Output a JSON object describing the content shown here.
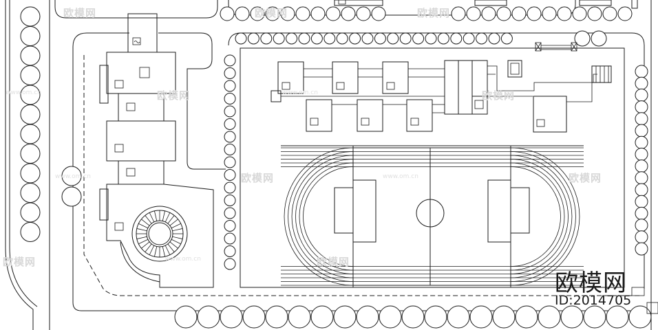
{
  "brand": {
    "name": "欧模网",
    "id": "ID:2014705"
  },
  "watermark": {
    "text": "欧模网",
    "url": "www.om.cn"
  }
}
